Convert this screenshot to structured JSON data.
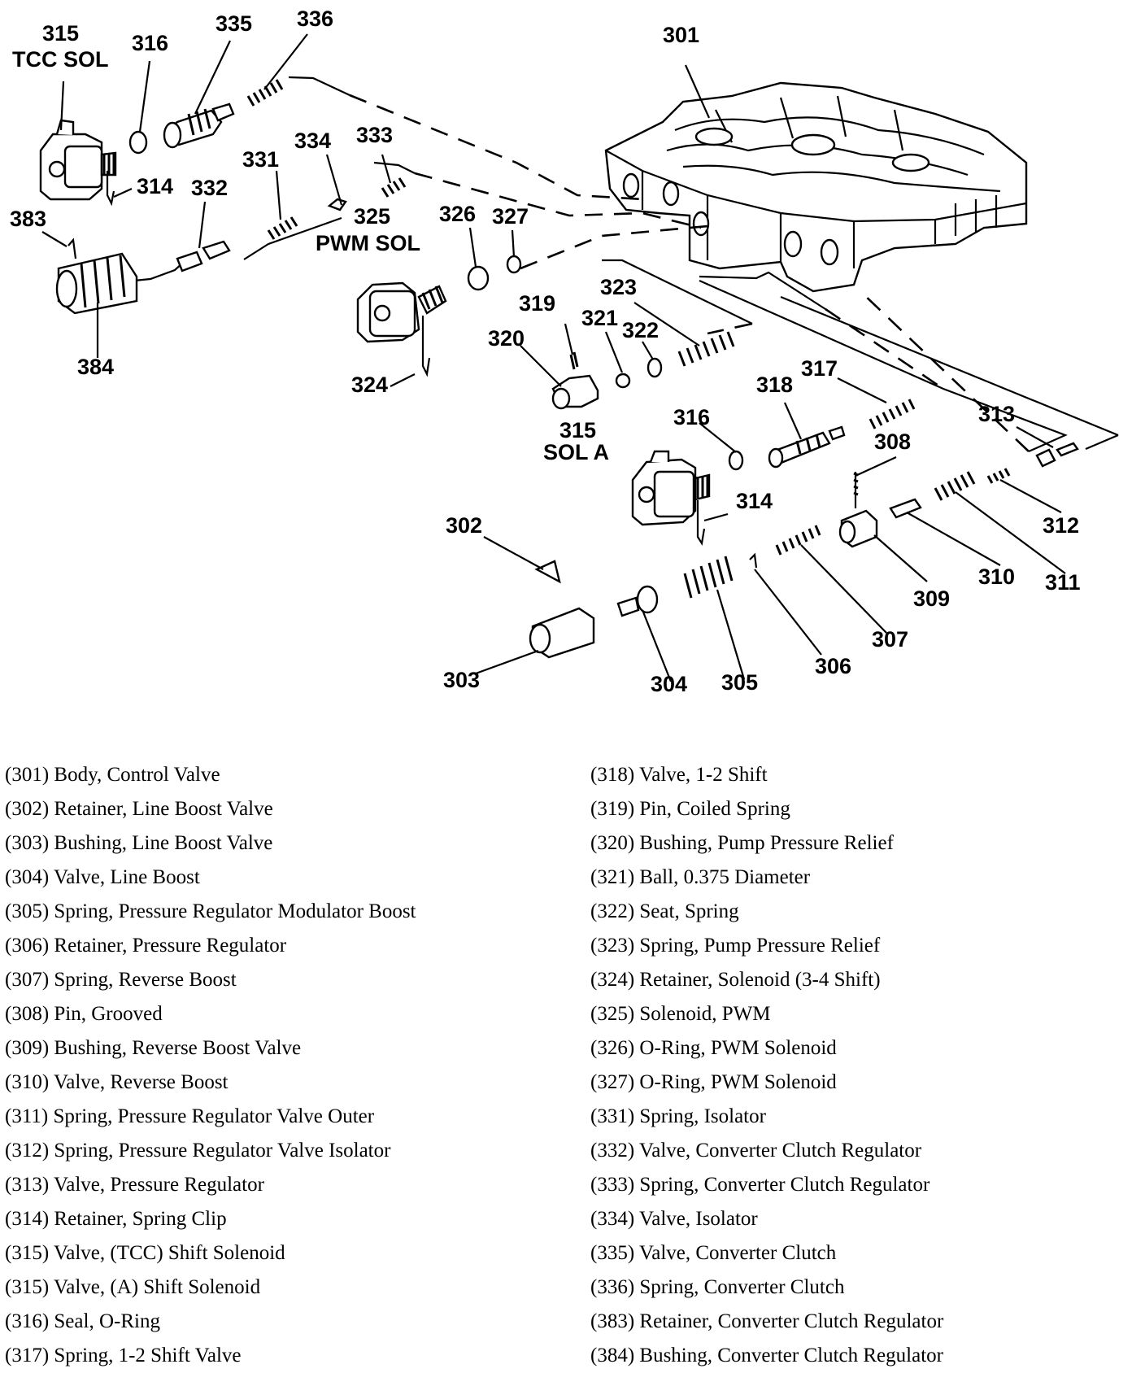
{
  "callouts": [
    {
      "id": "c301",
      "text": "301"
    },
    {
      "id": "c302",
      "text": "302"
    },
    {
      "id": "c303",
      "text": "303"
    },
    {
      "id": "c304",
      "text": "304"
    },
    {
      "id": "c305",
      "text": "305"
    },
    {
      "id": "c306",
      "text": "306"
    },
    {
      "id": "c307",
      "text": "307"
    },
    {
      "id": "c308",
      "text": "308"
    },
    {
      "id": "c309",
      "text": "309"
    },
    {
      "id": "c310",
      "text": "310"
    },
    {
      "id": "c311",
      "text": "311"
    },
    {
      "id": "c312",
      "text": "312"
    },
    {
      "id": "c313",
      "text": "313"
    },
    {
      "id": "c314a",
      "text": "314"
    },
    {
      "id": "c314b",
      "text": "314"
    },
    {
      "id": "c315a",
      "text": "315"
    },
    {
      "id": "c315b",
      "text": "315"
    },
    {
      "id": "c316a",
      "text": "316"
    },
    {
      "id": "c316b",
      "text": "316"
    },
    {
      "id": "c317",
      "text": "317"
    },
    {
      "id": "c318",
      "text": "318"
    },
    {
      "id": "c319",
      "text": "319"
    },
    {
      "id": "c320",
      "text": "320"
    },
    {
      "id": "c321",
      "text": "321"
    },
    {
      "id": "c322",
      "text": "322"
    },
    {
      "id": "c323",
      "text": "323"
    },
    {
      "id": "c324",
      "text": "324"
    },
    {
      "id": "c325",
      "text": "325"
    },
    {
      "id": "c326",
      "text": "326"
    },
    {
      "id": "c327",
      "text": "327"
    },
    {
      "id": "c331",
      "text": "331"
    },
    {
      "id": "c332",
      "text": "332"
    },
    {
      "id": "c333",
      "text": "333"
    },
    {
      "id": "c334",
      "text": "334"
    },
    {
      "id": "c335",
      "text": "335"
    },
    {
      "id": "c336",
      "text": "336"
    },
    {
      "id": "c383",
      "text": "383"
    },
    {
      "id": "c384",
      "text": "384"
    },
    {
      "id": "tcc_sol",
      "text": "TCC SOL"
    },
    {
      "id": "pwm_sol",
      "text": "PWM SOL"
    },
    {
      "id": "sol_a",
      "text": "SOL A"
    }
  ],
  "legend": {
    "left": [
      "(301) Body, Control Valve",
      "(302) Retainer, Line Boost Valve",
      "(303) Bushing, Line Boost Valve",
      "(304) Valve, Line Boost",
      "(305) Spring, Pressure Regulator Modulator Boost",
      "(306) Retainer, Pressure Regulator",
      "(307) Spring, Reverse Boost",
      "(308) Pin, Grooved",
      "(309) Bushing, Reverse Boost Valve",
      "(310) Valve, Reverse Boost",
      "(311) Spring, Pressure Regulator Valve Outer",
      "(312) Spring, Pressure Regulator Valve Isolator",
      "(313) Valve, Pressure Regulator",
      "(314) Retainer, Spring Clip",
      "(315) Valve, (TCC) Shift Solenoid",
      "(315) Valve, (A) Shift Solenoid",
      "(316) Seal, O-Ring",
      "(317) Spring, 1-2 Shift Valve"
    ],
    "right": [
      "(318) Valve, 1-2 Shift",
      "(319) Pin, Coiled Spring",
      "(320) Bushing, Pump Pressure Relief",
      "(321) Ball, 0.375 Diameter",
      "(322) Seat, Spring",
      "(323) Spring, Pump Pressure Relief",
      "(324) Retainer, Solenoid (3-4 Shift)",
      "(325) Solenoid, PWM",
      "(326) O-Ring, PWM Solenoid",
      "(327) O-Ring, PWM Solenoid",
      "(331) Spring, Isolator",
      "(332) Valve, Converter Clutch Regulator",
      "(333) Spring, Converter Clutch Regulator",
      "(334) Valve, Isolator",
      "(335) Valve, Converter Clutch",
      "(336) Spring, Converter Clutch",
      "(383) Retainer, Converter Clutch Regulator",
      "(384) Bushing, Converter Clutch Regulator"
    ]
  }
}
